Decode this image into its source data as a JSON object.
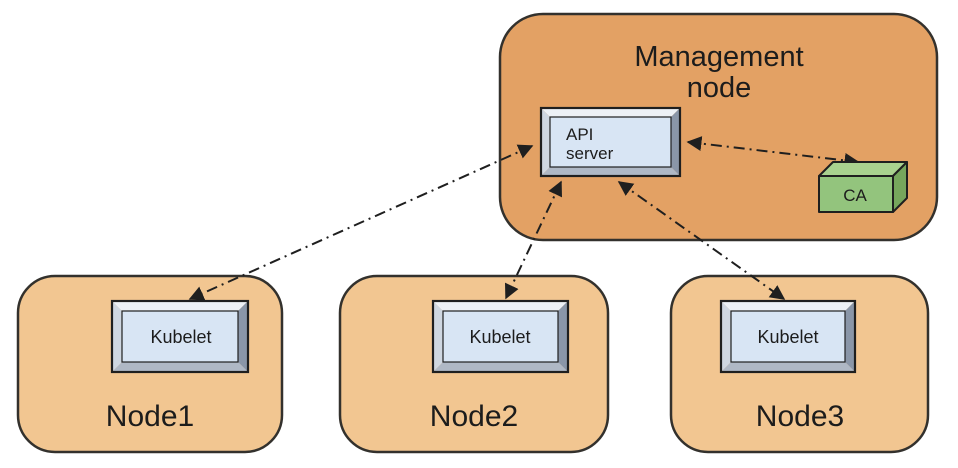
{
  "colors": {
    "management_fill": "#E3A164",
    "node_fill": "#F2C691",
    "outline": "#1F1F1F",
    "container_stroke": "#33312D",
    "bevel_top": "#EDF1F6",
    "bevel_left": "#CFD7E1",
    "bevel_right": "#8A96A8",
    "bevel_bottom": "#AFB8C5",
    "panel_fill": "#D8E5F4",
    "ca_front": "#93C47D",
    "ca_top": "#A9D28F",
    "ca_side": "#76A65C",
    "arrow": "#1F1F1F",
    "text": "#1C1C1C"
  },
  "diagram": {
    "management_node": {
      "title_line1": "Management",
      "title_line2": "node",
      "api_server_line1": "API",
      "api_server_line2": "server",
      "ca_label": "CA"
    },
    "nodes": [
      {
        "label": "Node1",
        "component": "Kubelet"
      },
      {
        "label": "Node2",
        "component": "Kubelet"
      },
      {
        "label": "Node3",
        "component": "Kubelet"
      }
    ],
    "connections": [
      {
        "from": "API server",
        "to": "Kubelet on Node1",
        "style": "dash-dot",
        "bidirectional": true
      },
      {
        "from": "API server",
        "to": "Kubelet on Node2",
        "style": "dash-dot",
        "bidirectional": true
      },
      {
        "from": "API server",
        "to": "Kubelet on Node3",
        "style": "dash-dot",
        "bidirectional": true
      },
      {
        "from": "API server",
        "to": "CA",
        "style": "dash-dot",
        "bidirectional": true
      }
    ]
  }
}
